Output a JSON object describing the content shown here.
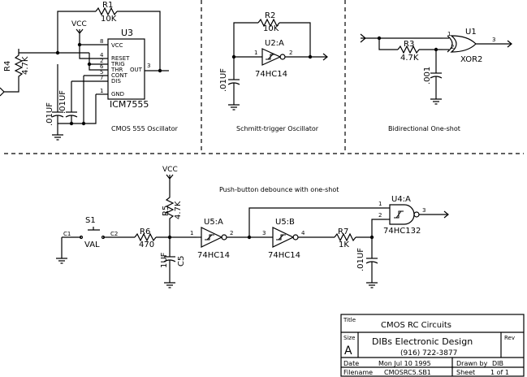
{
  "oscillator555": {
    "vcc": "VCC",
    "r1_ref": "R1",
    "r1_val": "10K",
    "u3_ref": "U3",
    "u3_part": "ICM7555",
    "pins": {
      "vcc": "VCC",
      "reset": "RESET",
      "trig": "TRIG",
      "thr": "THR",
      "cont": "CONT",
      "dis": "DIS",
      "gnd": "GND",
      "out": "OUT"
    },
    "pin_nums": {
      "vcc": "8",
      "reset": "4",
      "trig": "2",
      "thr": "6",
      "cont": "5",
      "dis": "7",
      "gnd": "1",
      "out": "3"
    },
    "r4_ref": "R4",
    "r4_val": "4.7K",
    "c_a": ".01UF",
    "c_b": ".01UF",
    "caption": "CMOS 555 Oscillator"
  },
  "schmitt": {
    "r2_ref": "R2",
    "r2_val": "10K",
    "u2_ref": "U2:A",
    "u2_part": "74HC14",
    "pin_in": "1",
    "pin_out": "2",
    "cap": ".01UF",
    "caption": "Schmitt-trigger Oscillator"
  },
  "oneshot": {
    "r3_ref": "R3",
    "r3_val": "4.7K",
    "u1_ref": "U1",
    "u1_part": "XOR2",
    "pin1": "1",
    "pin2": "2",
    "pin3": "3",
    "cap": ".001",
    "caption": "Bidirectional One-shot"
  },
  "debounce": {
    "title": "Push-button debounce with one-shot",
    "vcc": "VCC",
    "s1_ref": "S1",
    "s1_val": "VAL",
    "c1": "C1",
    "c2": "C2",
    "r6_ref": "R6",
    "r6_val": "470",
    "r5_ref": "R5",
    "r5_val": "4.7K",
    "c5_ref": "C5",
    "c5_val": "1UF",
    "u5a_ref": "U5:A",
    "u5a_part": "74HC14",
    "u5a_p1": "1",
    "u5a_p2": "2",
    "u5b_ref": "U5:B",
    "u5b_part": "74HC14",
    "u5b_p3": "3",
    "u5b_p4": "4",
    "r7_ref": "R7",
    "r7_val": "1K",
    "c_cap": ".01UF",
    "u4_ref": "U4:A",
    "u4_part": "74HC132",
    "u4_p1": "1",
    "u4_p2": "2",
    "u4_p3": "3"
  },
  "titleblock": {
    "title_label": "Title",
    "title": "CMOS RC Circuits",
    "size_label": "Size",
    "size": "A",
    "company": "DIBs Electronic Design",
    "phone": "(916) 722-3877",
    "rev_label": "Rev",
    "date_label": "Date",
    "date": "Mon Jul 10 1995",
    "drawn_label": "Drawn by",
    "drawn": "DIB",
    "file_label": "Filename",
    "file": "CMOSRC5.SB1",
    "sheet_label": "Sheet",
    "sheet": "1 of 1"
  }
}
